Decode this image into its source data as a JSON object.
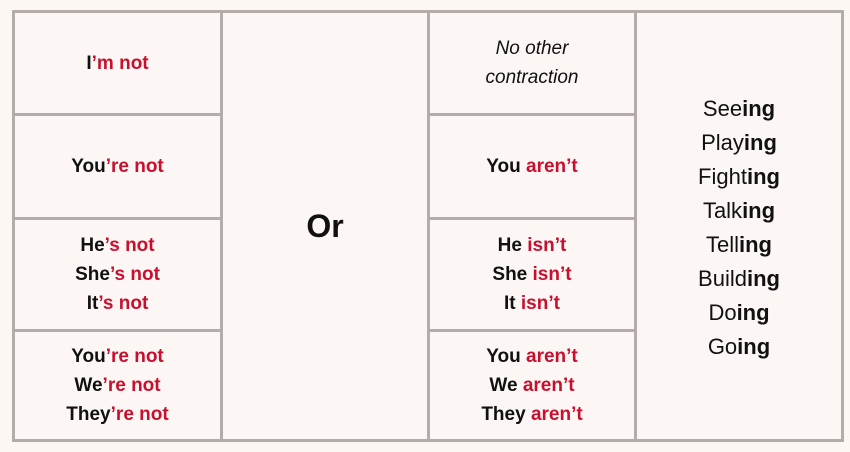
{
  "table": {
    "col1": [
      {
        "lines": [
          {
            "a": "I",
            "b": "’m not"
          }
        ]
      },
      {
        "lines": [
          {
            "a": "You",
            "b": "’re not"
          }
        ]
      },
      {
        "lines": [
          {
            "a": "He",
            "b": "’s not"
          },
          {
            "a": "She",
            "b": "’s not"
          },
          {
            "a": "It",
            "b": "’s not"
          }
        ]
      },
      {
        "lines": [
          {
            "a": "You",
            "b": "’re not"
          },
          {
            "a": "We",
            "b": "’re not"
          },
          {
            "a": "They",
            "b": "’re not"
          }
        ]
      }
    ],
    "or_label": "Or",
    "col3": {
      "note_line1": "No other",
      "note_line2": "contraction",
      "rows": [
        {
          "lines": [
            {
              "a": "You ",
              "b": "aren’t"
            }
          ]
        },
        {
          "lines": [
            {
              "a": "He ",
              "b": "isn’t"
            },
            {
              "a": "She ",
              "b": "isn’t"
            },
            {
              "a": "It ",
              "b": "isn’t"
            }
          ]
        },
        {
          "lines": [
            {
              "a": "You ",
              "b": "aren’t"
            },
            {
              "a": "We ",
              "b": "aren’t"
            },
            {
              "a": "They ",
              "b": "aren’t"
            }
          ]
        }
      ]
    },
    "verbs": [
      {
        "stem": "See",
        "suffix": "ing"
      },
      {
        "stem": "Play",
        "suffix": "ing"
      },
      {
        "stem": "Fight",
        "suffix": "ing"
      },
      {
        "stem": "Talk",
        "suffix": "ing"
      },
      {
        "stem": "Tell",
        "suffix": "ing"
      },
      {
        "stem": "Build",
        "suffix": "ing"
      },
      {
        "stem": "Do",
        "suffix": "ing"
      },
      {
        "stem": "Go",
        "suffix": "ing"
      }
    ],
    "colors": {
      "accent": "#c8102e",
      "border": "#b3acab",
      "background": "#fdf7f4"
    }
  }
}
